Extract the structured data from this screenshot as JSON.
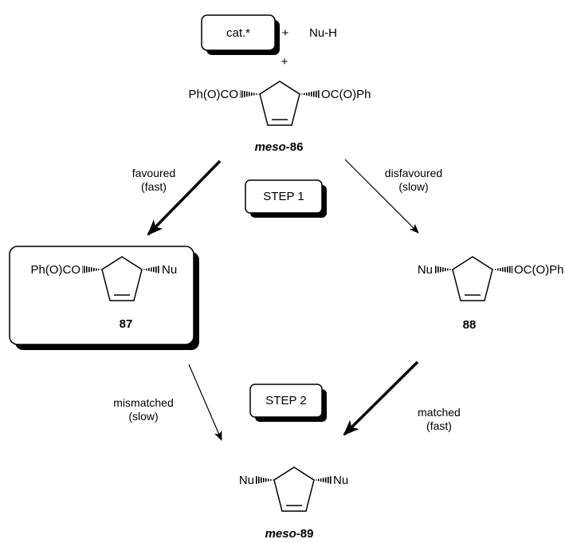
{
  "reactants": {
    "catalyst": "cat.*",
    "plus1": "+",
    "nucleophile": "Nu-H",
    "plus2": "+"
  },
  "compounds": {
    "c86": {
      "left_group": "Ph(O)CO",
      "right_group": "OC(O)Ph",
      "label_italic": "meso",
      "label_num": "-86"
    },
    "c87": {
      "left_group": "Ph(O)CO",
      "right_group": "Nu",
      "label": "87"
    },
    "c88": {
      "left_group": "Nu",
      "right_group": "OC(O)Ph",
      "label": "88"
    },
    "c89": {
      "left_group": "Nu",
      "right_group": "Nu",
      "label_italic": "meso",
      "label_num": "-89"
    }
  },
  "steps": {
    "step1": "STEP 1",
    "step2": "STEP 2"
  },
  "pathways": {
    "favoured": {
      "line1": "favoured",
      "line2": "(fast)"
    },
    "disfavoured": {
      "line1": "disfavoured",
      "line2": "(slow)"
    },
    "mismatched": {
      "line1": "mismatched",
      "line2": "(slow)"
    },
    "matched": {
      "line1": "matched",
      "line2": "(fast)"
    }
  }
}
